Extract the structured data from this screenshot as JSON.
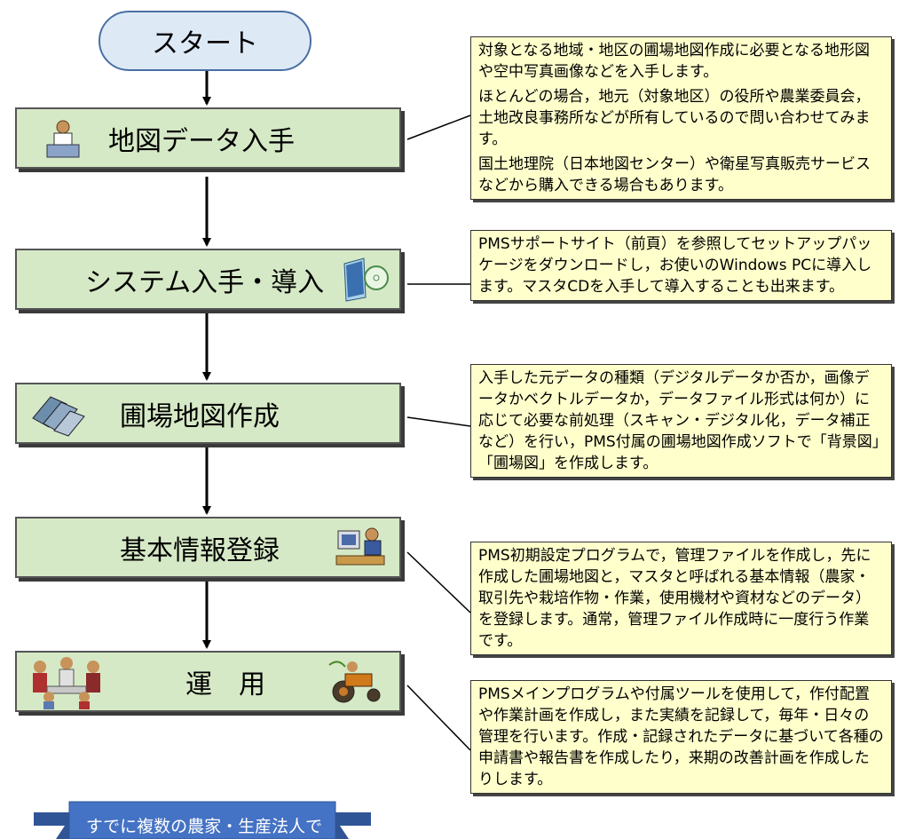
{
  "start": {
    "label": "スタート"
  },
  "steps": [
    {
      "label": "地図データ入手",
      "icon": "person-at-desk-icon"
    },
    {
      "label": "システム入手・導入",
      "icon": "cd-disc-icon"
    },
    {
      "label": "圃場地図作成",
      "icon": "maps-icon"
    },
    {
      "label": "基本情報登録",
      "icon": "computer-operator-icon"
    },
    {
      "label": "運　用",
      "icon_left": "people-meeting-icon",
      "icon_right": "tractor-icon"
    }
  ],
  "notes": [
    {
      "p1": "対象となる地域・地区の圃場地図作成に必要となる地形図や空中写真画像などを入手します。",
      "p2": "ほとんどの場合，地元（対象地区）の役所や農業委員会，土地改良事務所などが所有しているので問い合わせてみます。",
      "p3": "国土地理院（日本地図センター）や衛星写真販売サービスなどから購入できる場合もあります。"
    },
    {
      "p1": "PMSサポートサイト（前頁）を参照してセットアップパッケージをダウンロードし，お使いのWindows PCに導入します。マスタCDを入手して導入することも出来ます。"
    },
    {
      "p1": "入手した元データの種類（デジタルデータか否か，画像データかベクトルデータか，データファイル形式は何か）に応じて必要な前処理（スキャン・デジタル化，データ補正など）を行い，PMS付属の圃場地図作成ソフトで「背景図」「圃場図」を作成します。"
    },
    {
      "p1": "PMS初期設定プログラムで，管理ファイルを作成し，先に作成した圃場地図と，マスタと呼ばれる基本情報（農家・取引先や栽培作物・作業，使用機材や資材などのデータ）を登録します。通常，管理ファイル作成時に一度行う作業です。"
    },
    {
      "p1": "PMSメインプログラムや付属ツールを使用して，作付配置や作業計画を作成し，また実績を記録して，毎年・日々の管理を行います。作成・記録されたデータに基づいて各種の申請書や報告書を作成したり，来期の改善計画を作成したりします。"
    }
  ],
  "banner": {
    "text": "すでに複数の農家・生産法人で"
  },
  "colors": {
    "step_fill": "#d6e9c6",
    "start_fill": "#ddeaf6",
    "note_fill": "#ffffcc",
    "banner_fill": "#4472c4"
  }
}
